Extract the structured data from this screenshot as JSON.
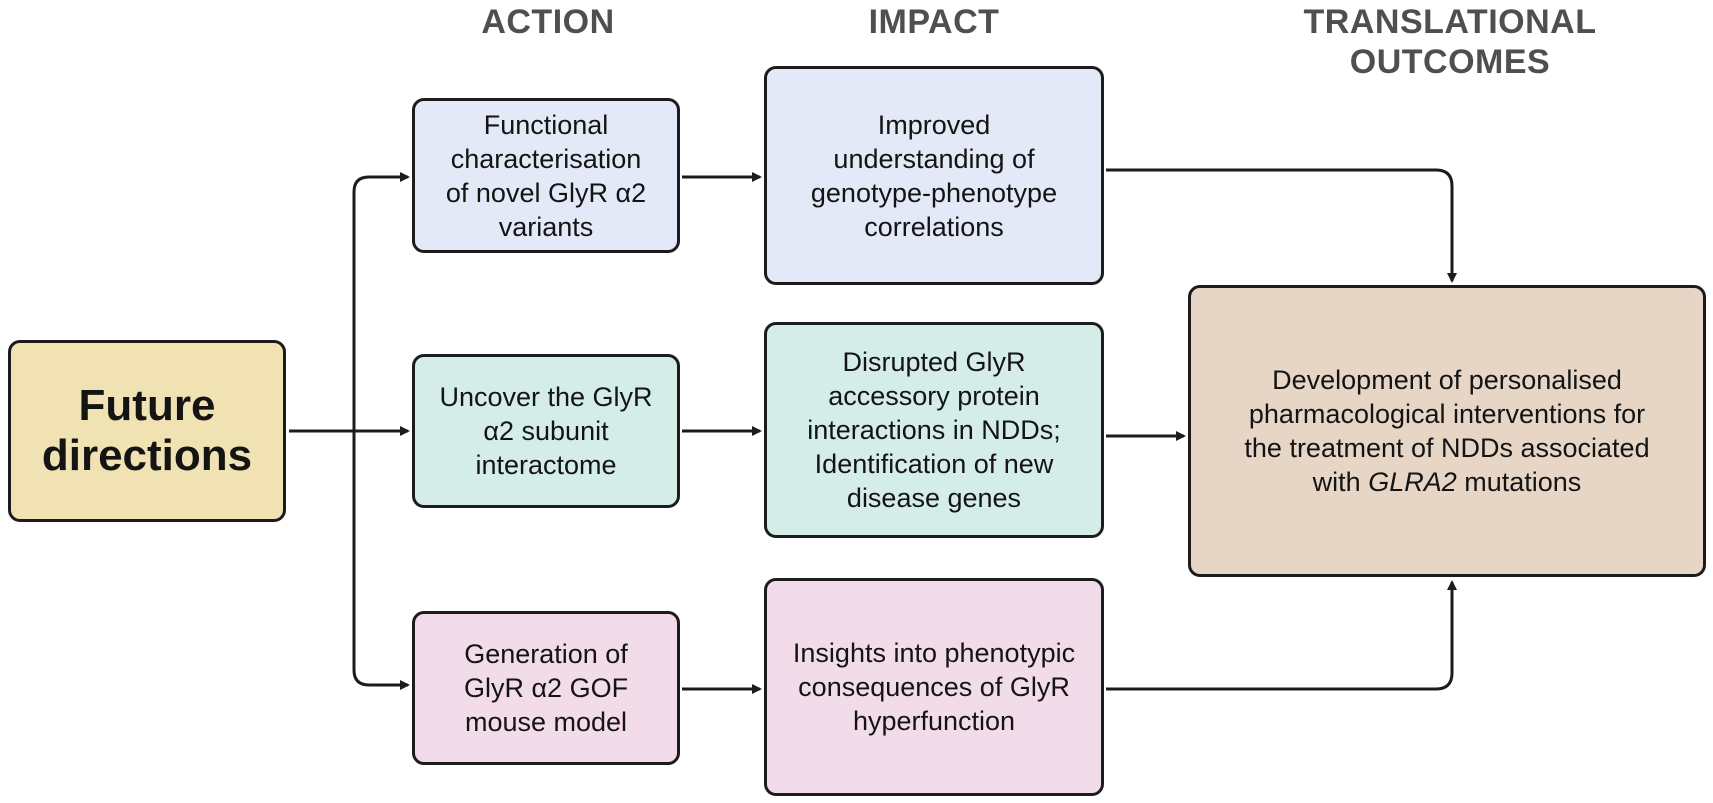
{
  "headers": {
    "action": "ACTION",
    "impact": "IMPACT",
    "outcomes": "TRANSLATIONAL\nOUTCOMES"
  },
  "start": {
    "label": "Future\ndirections"
  },
  "actions": [
    {
      "label": "Functional\ncharacterisation\nof novel GlyR α2\nvariants"
    },
    {
      "label": "Uncover the GlyR\nα2 subunit\ninteractome"
    },
    {
      "label": "Generation of\nGlyR α2 GOF\nmouse model"
    }
  ],
  "impacts": [
    {
      "label": "Improved\nunderstanding of\ngenotype-phenotype\ncorrelations"
    },
    {
      "label": "Disrupted GlyR\naccessory protein\ninteractions in NDDs;\nIdentification of new\ndisease genes"
    },
    {
      "label": "Insights into phenotypic\nconsequences of GlyR\nhyperfunction"
    }
  ],
  "outcome": {
    "text_before": "Development of personalised\npharmacological interventions for\nthe treatment of NDDs associated\nwith ",
    "gene_italic": "GLRA2",
    "text_after": " mutations"
  },
  "colors": {
    "action_impact_row1": "#e4e9f8",
    "action_impact_row2": "#d4ede9",
    "action_impact_row3": "#f3dce9",
    "start_box": "#f1e2b4",
    "outcome_box": "#e7d6c6",
    "header_text": "#4f4f4f",
    "arrow": "#1c1c1c"
  }
}
